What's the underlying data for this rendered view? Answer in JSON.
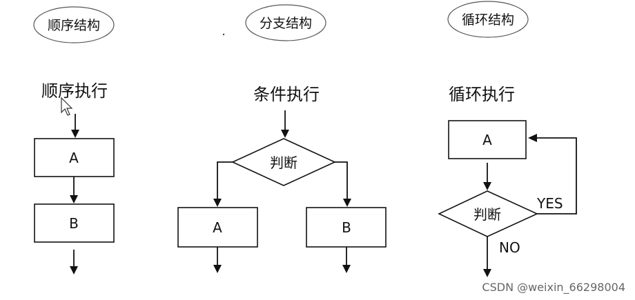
{
  "header": {
    "sequence_badge": "顺序结构",
    "branch_badge": "分支结构",
    "loop_badge": "循环结构"
  },
  "sequence": {
    "title": "顺序执行",
    "box_a": "A",
    "box_b": "B"
  },
  "branch": {
    "title": "条件执行",
    "decision": "判断",
    "box_a": "A",
    "box_b": "B"
  },
  "loop": {
    "title": "循环执行",
    "box_a": "A",
    "decision": "判断",
    "yes_label": "YES",
    "no_label": "NO"
  },
  "watermark": "CSDN @weixin_66298004",
  "cursor_icon": "mouse-pointer-icon"
}
